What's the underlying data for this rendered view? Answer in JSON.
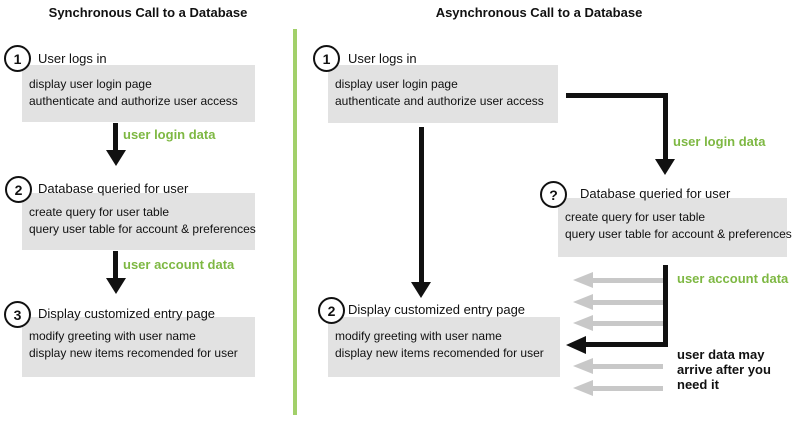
{
  "titles": {
    "sync": "Synchronous Call to a Database",
    "async": "Asynchronous Call to a Database"
  },
  "colors": {
    "label_green": "#7eb843",
    "divider_green": "#a2d06a",
    "box_gray": "#e2e2e2",
    "arrow_gray": "#c8c8c8",
    "ink": "#111111"
  },
  "sync": {
    "steps": [
      {
        "num": "1",
        "heading": "User logs in",
        "lines": [
          "display user login page",
          "authenticate and authorize user access"
        ]
      },
      {
        "num": "2",
        "heading": "Database queried for user",
        "lines": [
          "create query for user table",
          "query user table for account & preferences"
        ]
      },
      {
        "num": "3",
        "heading": "Display customized entry page",
        "lines": [
          "modify greeting with user name",
          "display new items recomended for user"
        ]
      }
    ],
    "arrow_labels": [
      "user login data",
      "user account data"
    ]
  },
  "async": {
    "steps": [
      {
        "num": "1",
        "heading": "User logs in",
        "lines": [
          "display user login page",
          "authenticate and authorize user access"
        ]
      },
      {
        "num": "?",
        "heading": "Database queried for user",
        "lines": [
          "create query for user table",
          "query user table for account & preferences"
        ]
      },
      {
        "num": "2",
        "heading": "Display customized entry page",
        "lines": [
          "modify greeting with user name",
          "display new items recomended for user"
        ]
      }
    ],
    "arrow_labels": [
      "user login data",
      "user account data"
    ],
    "note_lines": [
      "user data may",
      "arrive after you",
      "need it"
    ]
  }
}
